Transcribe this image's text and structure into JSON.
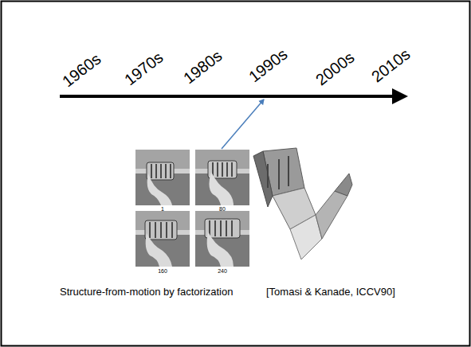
{
  "diagram": {
    "labels": [
      "1960s",
      "1970s",
      "1980s",
      "1990s",
      "2000s",
      "2010s",
      "1",
      "80",
      "160",
      "240",
      "Structure-from-motion by factorization",
      "[Tomasi & Kanade, ICCV90]"
    ]
  }
}
